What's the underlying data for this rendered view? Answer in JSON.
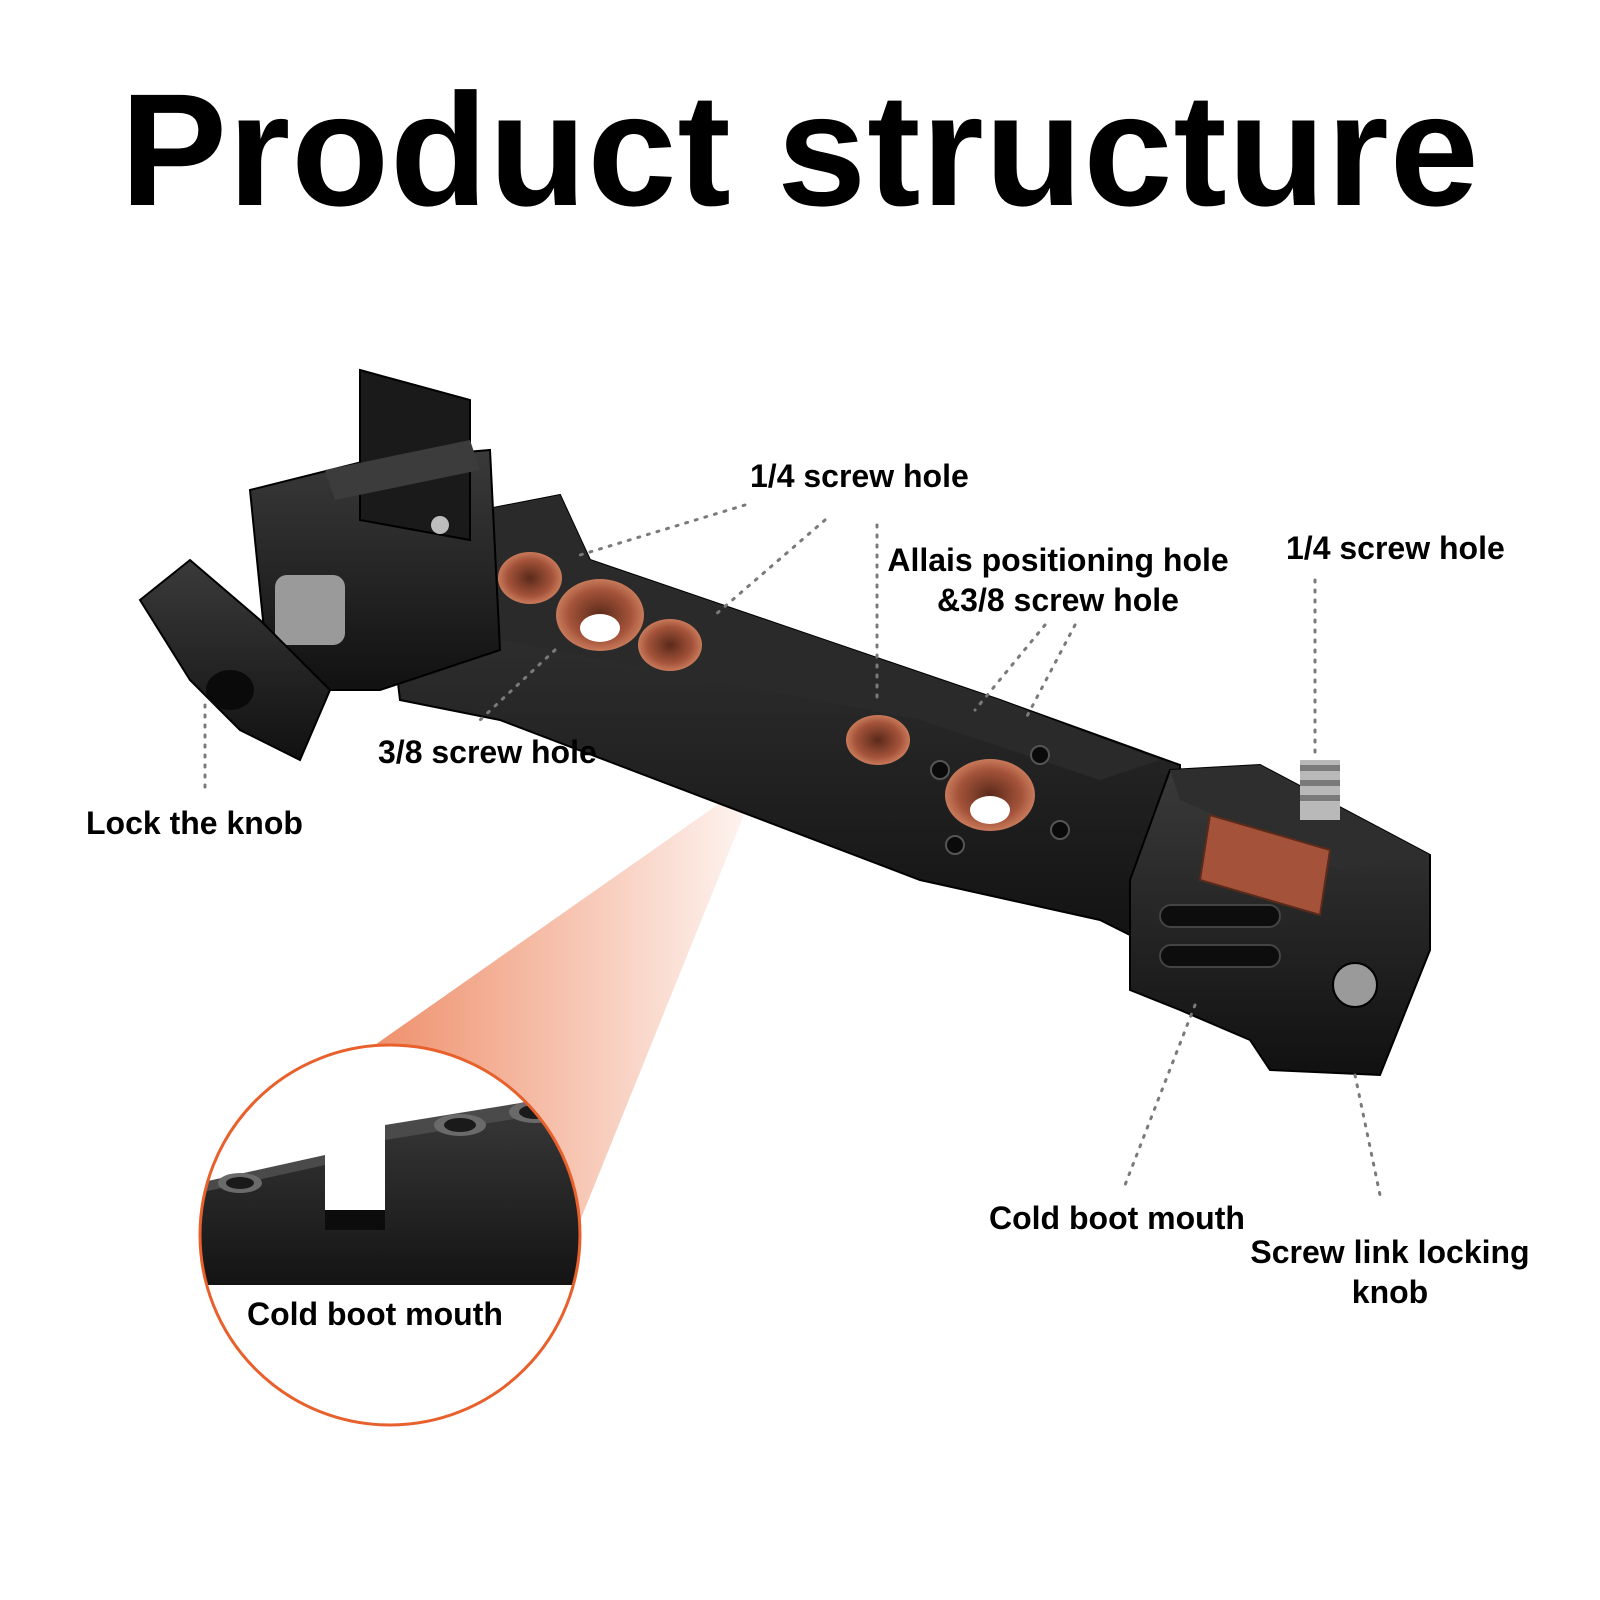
{
  "title": "Product structure",
  "labels": {
    "quarter_hole_top": "1/4 screw hole",
    "allais_line1": "Allais positioning hole",
    "allais_line2": "&3/8 screw hole",
    "quarter_hole_right": "1/4 screw hole",
    "three_eighths_hole": "3/8 screw hole",
    "lock_knob": "Lock the knob",
    "cold_boot_right": "Cold boot mouth",
    "screw_link_line1": "Screw link locking",
    "screw_link_line2": "knob",
    "cold_boot_zoom": "Cold boot mouth"
  },
  "colors": {
    "accent": "#e8602c",
    "metal": "#1c1c1c",
    "metal_edge": "#3a3a3a",
    "hole_copper": "#a4533a"
  }
}
